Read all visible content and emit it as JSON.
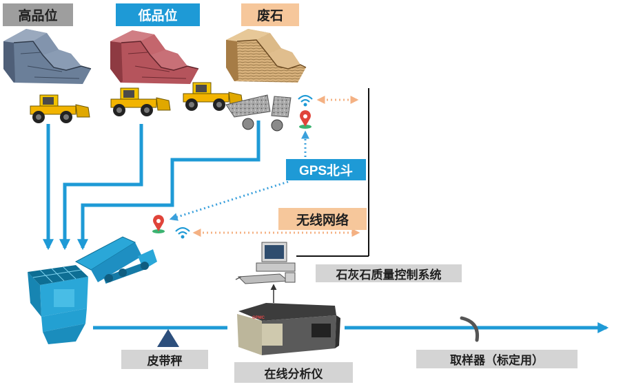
{
  "ore_piles": {
    "high_grade": "高品位",
    "low_grade": "低品位",
    "waste_rock": "废石"
  },
  "nodes": {
    "gps": "GPS北斗",
    "wireless": "无线网络",
    "control_system": "石灰石质量控制系统",
    "belt_scale": "皮带秤",
    "analyzer": "在线分析仪",
    "sampler": "取样器（标定用）"
  },
  "analyzer_brand": "GPMC",
  "colors": {
    "flow_arrow": "#1e9ad6",
    "signal_dots": "#f4b183",
    "gps_dots": "#3aa0dc",
    "high_grade_stone": "#6b7f99",
    "low_grade_stone": "#b5545c",
    "waste_stone": "#c8a070",
    "crusher": "#2aa7d8"
  },
  "icons": [
    "stone-steps-icon",
    "wheel-loader-icon",
    "dump-truck-icon",
    "wifi-icon",
    "location-pin-icon",
    "computer-icon",
    "crusher-icon",
    "analyzer-machine-icon",
    "scale-triangle-icon"
  ]
}
